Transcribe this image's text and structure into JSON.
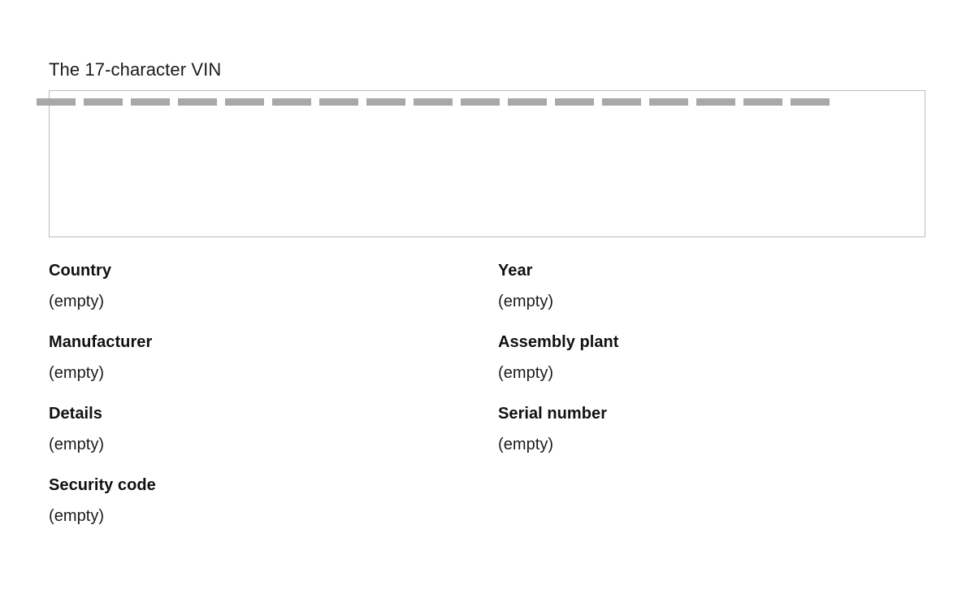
{
  "vin_input": {
    "heading": "The 17-character VIN",
    "length": 17,
    "value": "",
    "placeholder_char": "",
    "slot_count": 17,
    "slot_color": "#a8a8a8",
    "box_border_color": "#bdbdbd",
    "slots": [
      "",
      "",
      "",
      "",
      "",
      "",
      "",
      "",
      "",
      "",
      "",
      "",
      "",
      "",
      "",
      "",
      ""
    ]
  },
  "decoded_fields": [
    {
      "label": "Country",
      "value": "(empty)"
    },
    {
      "label": "Year",
      "value": "(empty)"
    },
    {
      "label": "Manufacturer",
      "value": "(empty)"
    },
    {
      "label": "Assembly plant",
      "value": "(empty)"
    },
    {
      "label": "Details",
      "value": "(empty)"
    },
    {
      "label": "Serial number",
      "value": "(empty)"
    },
    {
      "label": "Security code",
      "value": "(empty)"
    },
    {
      "label": "",
      "value": ""
    }
  ]
}
